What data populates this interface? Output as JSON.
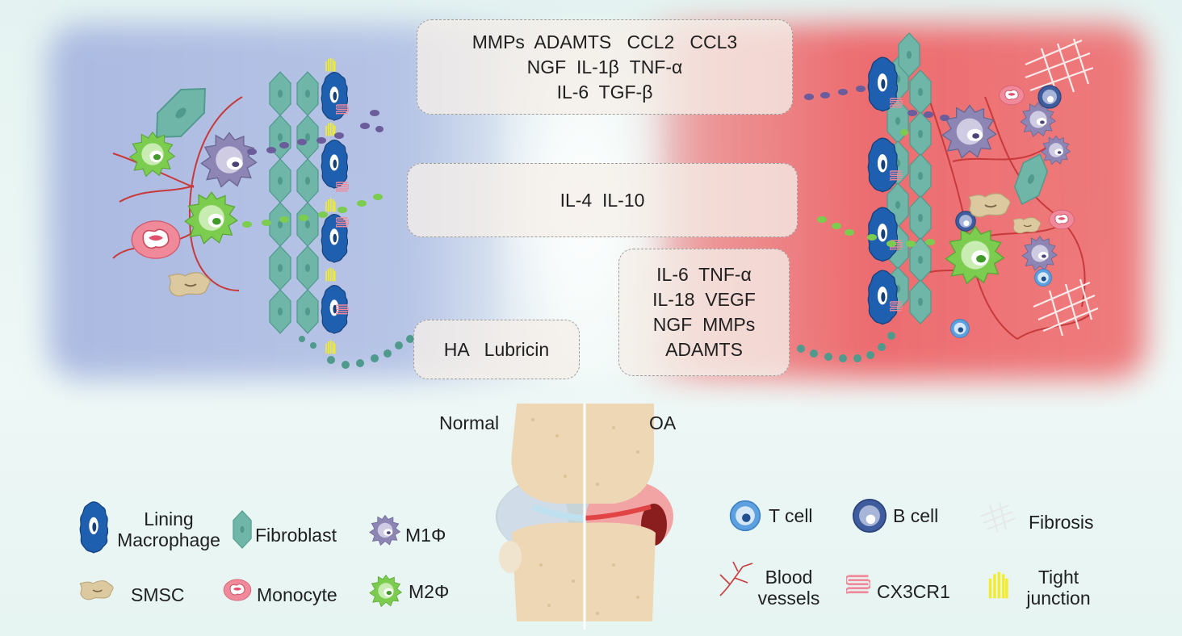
{
  "boxes": {
    "top": [
      "MMPs  ADAMTS   CCL2   CCL3",
      "NGF  IL-1β  TNF-α",
      "IL-6  TGF-β"
    ],
    "middle": [
      "IL-4  IL-10"
    ],
    "bottom_left": [
      "HA   Lubricin"
    ],
    "bottom_right": [
      "IL-6  TNF-α",
      "IL-18  VEGF",
      "NGF  MMPs",
      "ADAMTS"
    ]
  },
  "sides": {
    "normal": "Normal",
    "oa": "OA"
  },
  "legend": {
    "lining_macrophage": [
      "Lining",
      "Macrophage"
    ],
    "fibroblast": "Fibroblast",
    "m1": "M1Φ",
    "smsc": "SMSC",
    "monocyte": "Monocyte",
    "m2": "M2Φ",
    "t_cell": "T cell",
    "b_cell": "B cell",
    "fibrosis": "Fibrosis",
    "blood_vessels": [
      "Blood",
      "vessels"
    ],
    "cx3cr1": "CX3CR1",
    "tight_junction": [
      "Tight",
      "junction"
    ]
  },
  "colors": {
    "normal_bg": "#aab6e0",
    "oa_bg": "#ec6468",
    "lining_macrophage": "#1f5fb0",
    "fibroblast": "#6fb5a8",
    "m1": "#8d86b4",
    "m2": "#7ccc50",
    "monocyte": "#f08a9a",
    "smsc": "#dcc9a0",
    "t_cell": "#5da0e0",
    "b_cell": "#3e5c9e",
    "blood_vessel": "#c83a3a",
    "cx3cr1": "#f08a9a",
    "tight_junction": "#f2ec2a",
    "bone": "#eed7b5"
  }
}
